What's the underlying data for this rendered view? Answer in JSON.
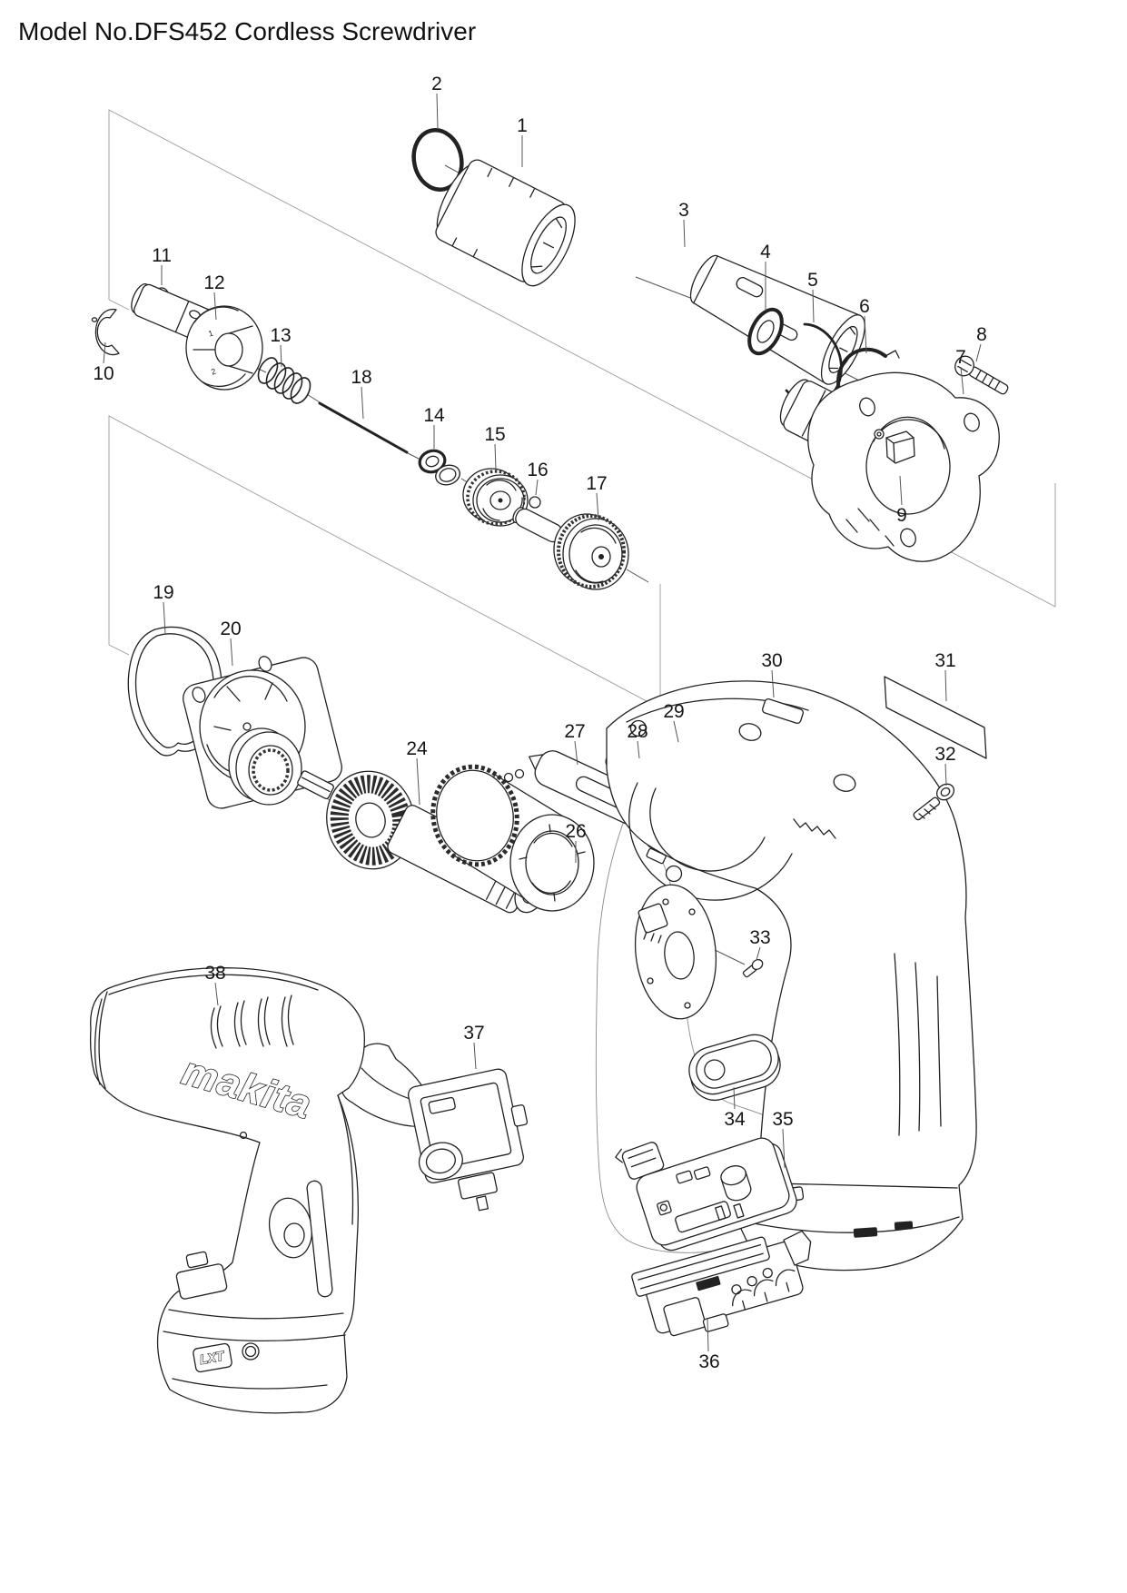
{
  "title": "Model No.DFS452 Cordless Screwdriver",
  "brand": {
    "housing_logo": "makita",
    "battery_badge": "LXT"
  },
  "clutch_dial_marks": {
    "m1": "1",
    "m2": "2"
  },
  "labels": {
    "p1": "1",
    "p2": "2",
    "p3": "3",
    "p4": "4",
    "p5": "5",
    "p6": "6",
    "p7": "7",
    "p8": "8",
    "p9": "9",
    "p10": "10",
    "p11": "11",
    "p12": "12",
    "p13": "13",
    "p14": "14",
    "p15": "15",
    "p16": "16",
    "p17": "17",
    "p18": "18",
    "p19": "19",
    "p20": "20",
    "p24": "24",
    "p26": "26",
    "p27": "27",
    "p28": "28",
    "p29": "29",
    "p30": "30",
    "p31": "31",
    "p32": "32",
    "p33": "33",
    "p34": "34",
    "p35": "35",
    "p36": "36",
    "p37": "37",
    "p38": "38"
  }
}
